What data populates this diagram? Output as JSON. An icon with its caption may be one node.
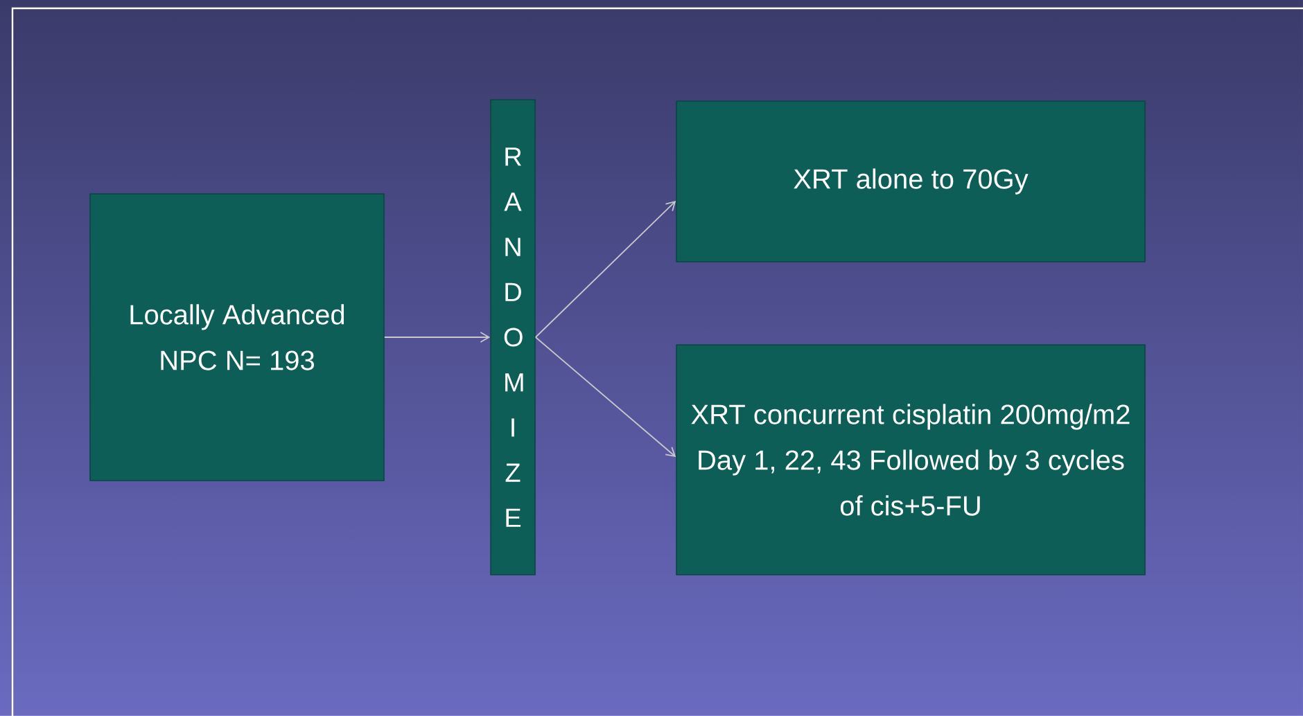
{
  "diagram": {
    "nodes": [
      {
        "text": [
          "Locally Advanced NPC N= 193"
        ]
      },
      {
        "text": [
          "RANDOMIZE"
        ]
      },
      {
        "text": [
          "XRT alone to 70Gy"
        ]
      },
      {
        "text": [
          "XRT concurrent cisplatin 200mg/m2 Day 1, 22, 43 Followed by 3 cycles of cis+5-FU"
        ]
      }
    ],
    "edges": [
      {
        "from": 0,
        "to": 1,
        "arrow": "to"
      },
      {
        "from": 1,
        "to": 2,
        "arrow": "to"
      },
      {
        "from": 1,
        "to": 3,
        "arrow": "to"
      }
    ]
  }
}
